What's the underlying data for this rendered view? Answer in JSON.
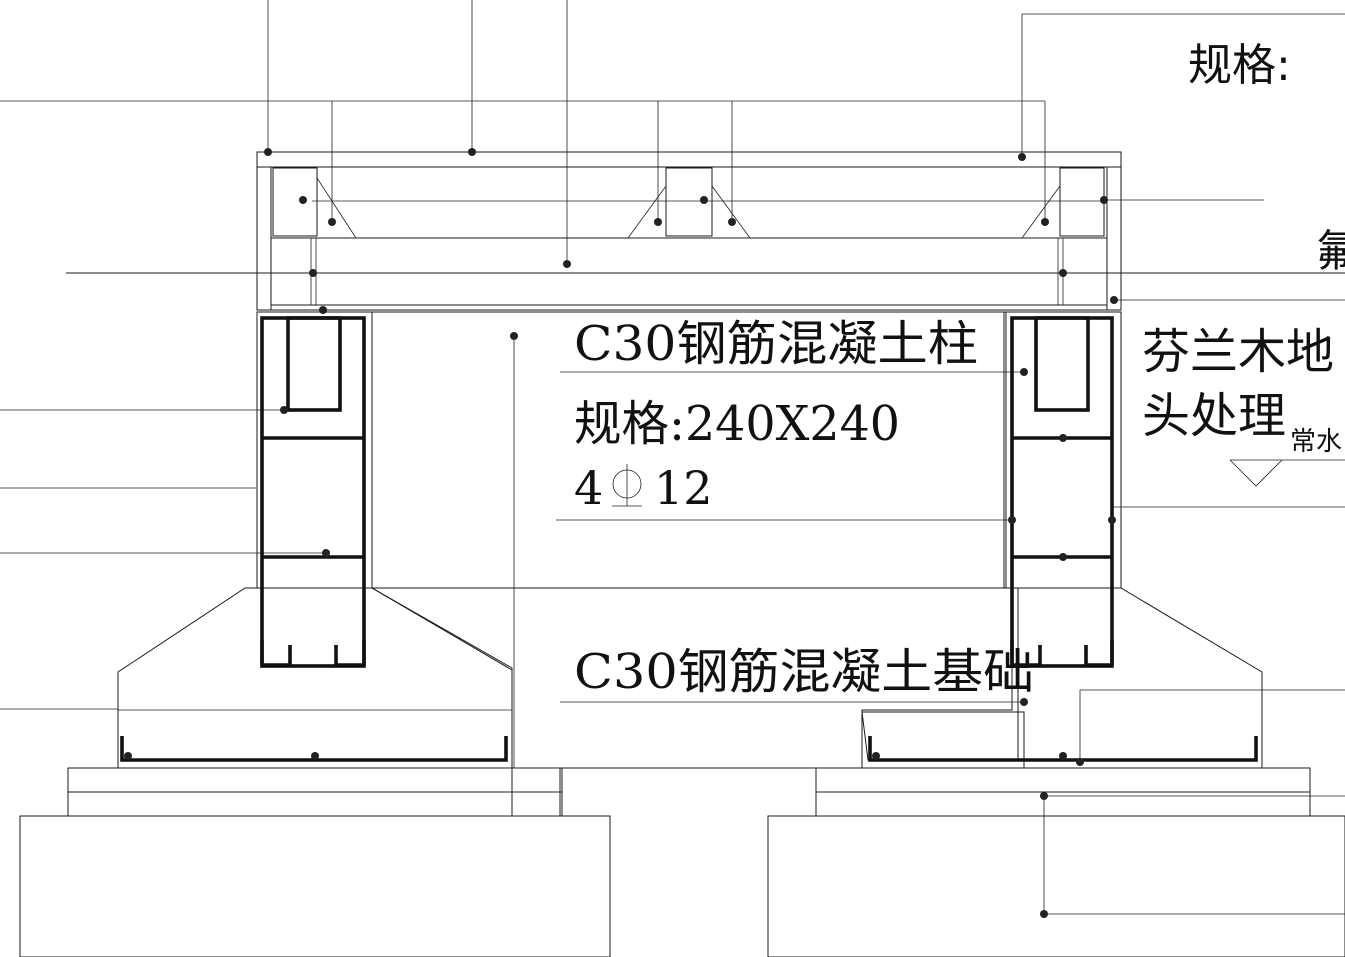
{
  "labels": {
    "top_spec": "规格:",
    "column_name": "C30钢筋混凝土柱",
    "column_spec": "规格:240X240",
    "column_rebar_count": "4",
    "column_rebar_size": "12",
    "foundation_name": "C30钢筋混凝土基础",
    "right_partial_top": "氟",
    "finnish_wood_line1": "芬兰木地",
    "finnish_wood_line2": "头处理",
    "water_level": "常水"
  },
  "colors": {
    "line": "#1a1a1a",
    "background": "#ffffff"
  }
}
